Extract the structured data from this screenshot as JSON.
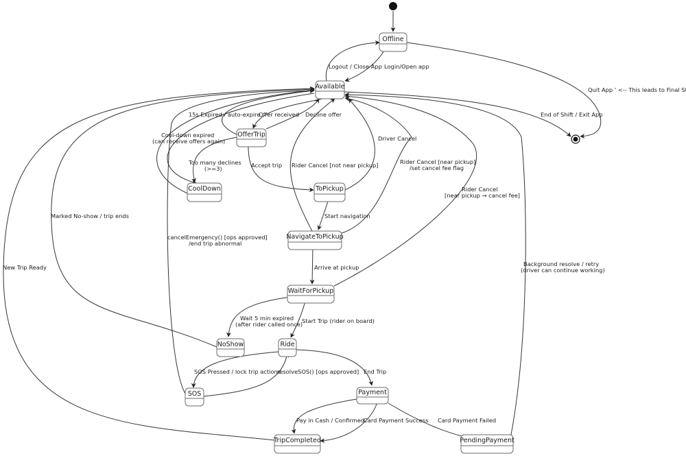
{
  "states": {
    "offline": "Offline",
    "available": "Available",
    "offer_trip": "OfferTrip",
    "cool_down": "CoolDown",
    "to_pickup": "ToPickup",
    "navigate_to_pickup": "NavigateToPickup",
    "wait_for_pickup": "WaitForPickup",
    "no_show": "NoShow",
    "ride": "Ride",
    "sos": "SOS",
    "payment": "Payment",
    "trip_completed": "TripCompleted",
    "pending_payment": "PendingPayment"
  },
  "transitions": {
    "logout": "Logout / Close App",
    "login": "Login/Open app",
    "quit_app": "Quit App  ' <-- This leads to Final State",
    "end_of_shift": "End of Shift / Exit App",
    "expired_15s": "15s Expired / auto-expire",
    "offer_received": "Offer received",
    "decline_offer": "Decline offer",
    "cooldown_expired_1": "Cool-down expired",
    "cooldown_expired_2": "(can receive offers again)",
    "too_many_declines_1": "Too many declines",
    "too_many_declines_2": "(>=3)",
    "accept_trip": "Accept trip",
    "driver_cancel": "Driver Cancel",
    "rider_cancel_not_near": "Rider Cancel [not near pickup]",
    "rider_cancel_near_1": "Rider Cancel [near pickup]",
    "rider_cancel_near_2": "/set cancel fee flag",
    "rider_cancel_fee_1": "Rider Cancel",
    "rider_cancel_fee_2": "[near pickup → cancel fee]",
    "start_navigation": "Start navigation",
    "marked_no_show": "Marked No-show / trip ends",
    "cancel_emergency_1": "cancelEmergency() [ops approved]",
    "cancel_emergency_2": "/end trip abnormal",
    "new_trip_ready": "New Trip Ready",
    "arrive_at_pickup": "Arrive at pickup",
    "background_resolve_1": "Background resolve / retry",
    "background_resolve_2": "(driver can continue working)",
    "wait_5_min_1": "Wait 5 min expired",
    "wait_5_min_2": "(after rider called once)",
    "start_trip": "Start Trip (rider on board)",
    "sos_pressed": "SOS Pressed / lock trip actions",
    "resolve_sos": "resolveSOS() [ops approved]",
    "end_trip": "End Trip",
    "pay_in_cash": "Pay in Cash / Confirmed",
    "card_payment_success": "Card Payment Success",
    "card_payment_failed": "Card Payment Failed"
  }
}
